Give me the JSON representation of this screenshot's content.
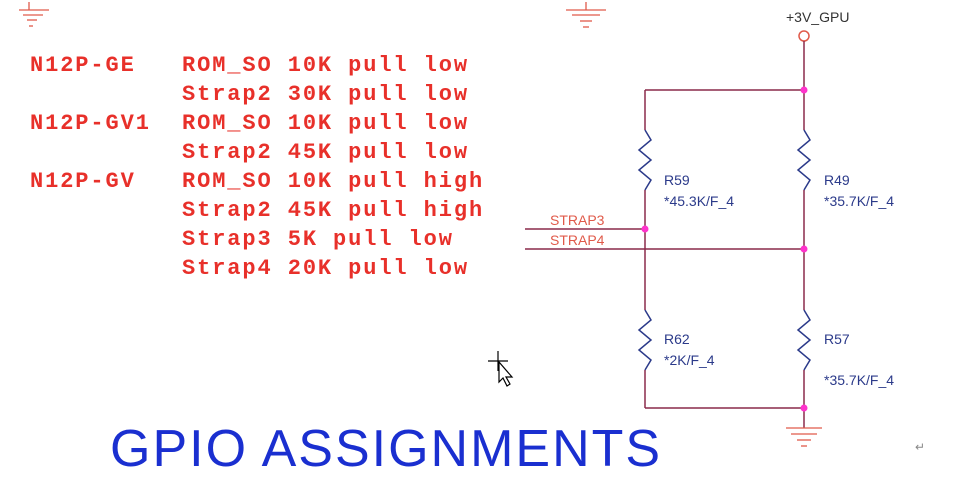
{
  "strap_table": [
    {
      "variant": "N12P-GE",
      "setting": "ROM_SO 10K pull low"
    },
    {
      "variant": "",
      "setting": "Strap2 30K pull low"
    },
    {
      "variant": "N12P-GV1",
      "setting": "ROM_SO 10K pull low"
    },
    {
      "variant": "",
      "setting": "Strap2 45K pull low"
    },
    {
      "variant": "N12P-GV",
      "setting": "ROM_SO 10K pull high"
    },
    {
      "variant": "",
      "setting": "Strap2 45K pull high"
    },
    {
      "variant": "",
      "setting": "Strap3 5K pull low"
    },
    {
      "variant": "",
      "setting": "Strap4 20K pull low"
    }
  ],
  "schematic": {
    "power_rail": "+3V_GPU",
    "nets": {
      "strap3": "STRAP3",
      "strap4": "STRAP4"
    },
    "resistors": {
      "r59": {
        "ref": "R59",
        "value": "*45.3K/F_4"
      },
      "r49": {
        "ref": "R49",
        "value": "*35.7K/F_4"
      },
      "r62": {
        "ref": "R62",
        "value": "*2K/F_4"
      },
      "r57": {
        "ref": "R57",
        "value": "*35.7K/F_4"
      }
    }
  },
  "section_title": "GPIO ASSIGNMENTS",
  "colors": {
    "table_text": "#e8302a",
    "wire": "#8a2a4a",
    "junction": "#ff33cc",
    "label": "#2b3a8a",
    "title": "#1a2fd0"
  }
}
